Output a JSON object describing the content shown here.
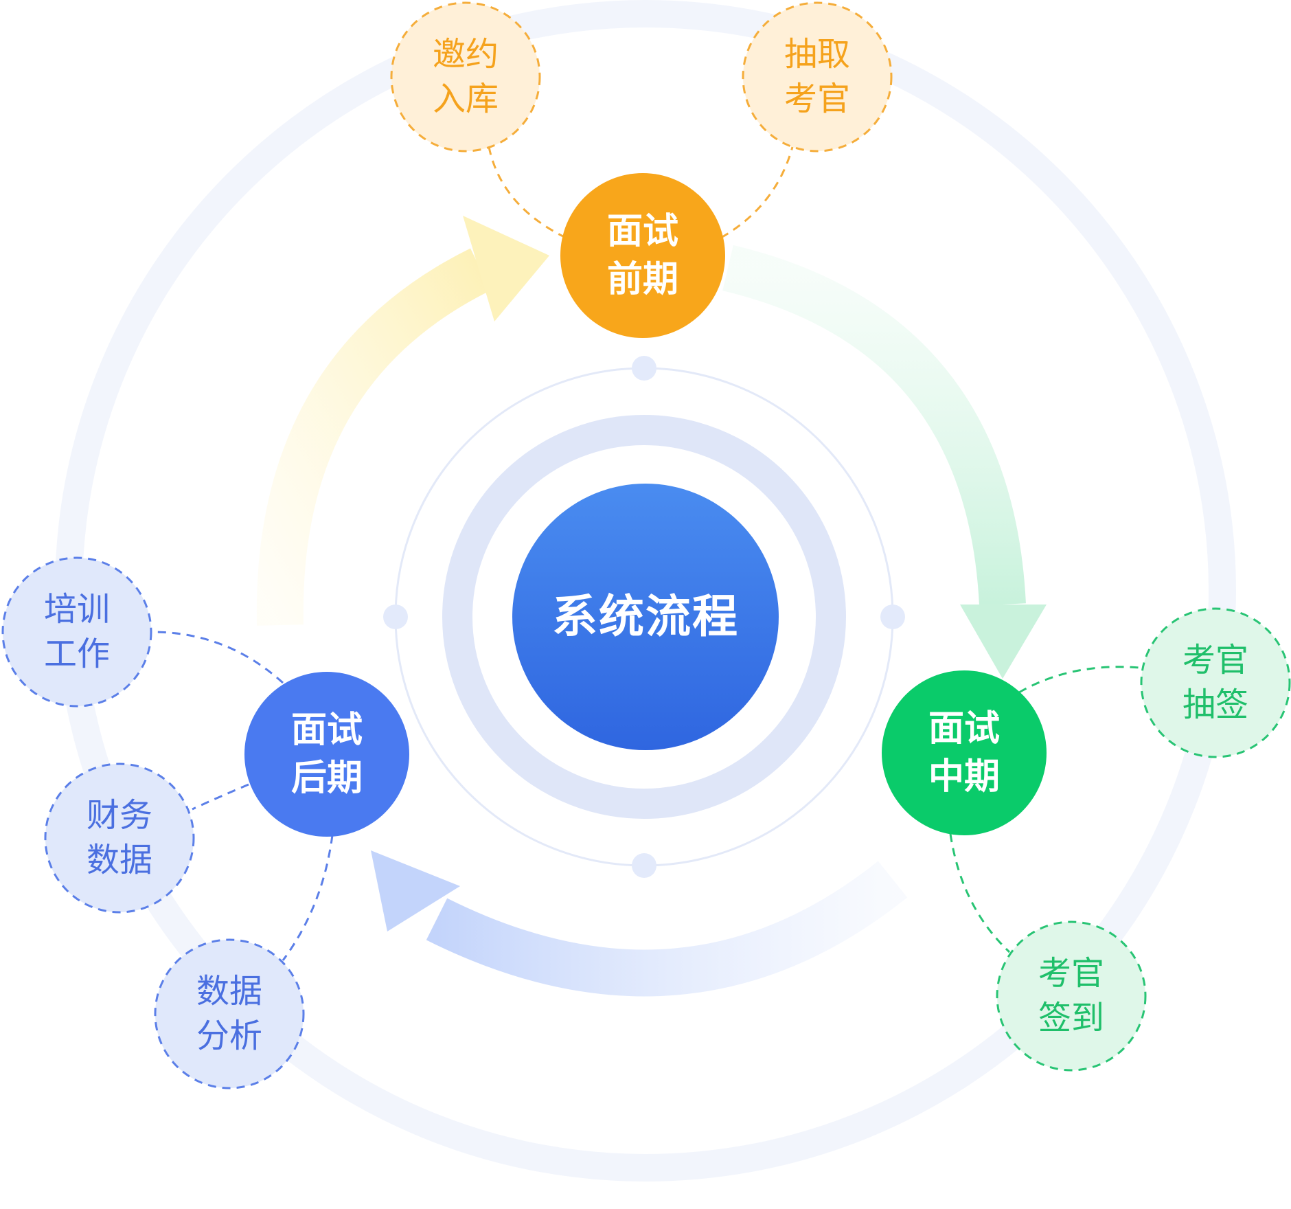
{
  "center": {
    "label": "系统流程"
  },
  "phases": {
    "early": {
      "line1": "面试",
      "line2": "前期",
      "color": "#f8a61b"
    },
    "middle": {
      "line1": "面试",
      "line2": "中期",
      "color": "#0acb6a"
    },
    "late": {
      "line1": "面试",
      "line2": "后期",
      "color": "#4a7af0"
    }
  },
  "satellites": {
    "invite": {
      "line1": "邀约",
      "line2": "入库"
    },
    "draw_examiner": {
      "line1": "抽取",
      "line2": "考官"
    },
    "examiner_lot": {
      "line1": "考官",
      "line2": "抽签"
    },
    "examiner_checkin": {
      "line1": "考官",
      "line2": "签到"
    },
    "training": {
      "line1": "培训",
      "line2": "工作"
    },
    "finance": {
      "line1": "财务",
      "line2": "数据"
    },
    "analysis": {
      "line1": "数据",
      "line2": "分析"
    }
  },
  "colors": {
    "orange": "#f8a61b",
    "green": "#0acb6a",
    "blue": "#4a7af0",
    "center_blue": "#3f7ded"
  }
}
